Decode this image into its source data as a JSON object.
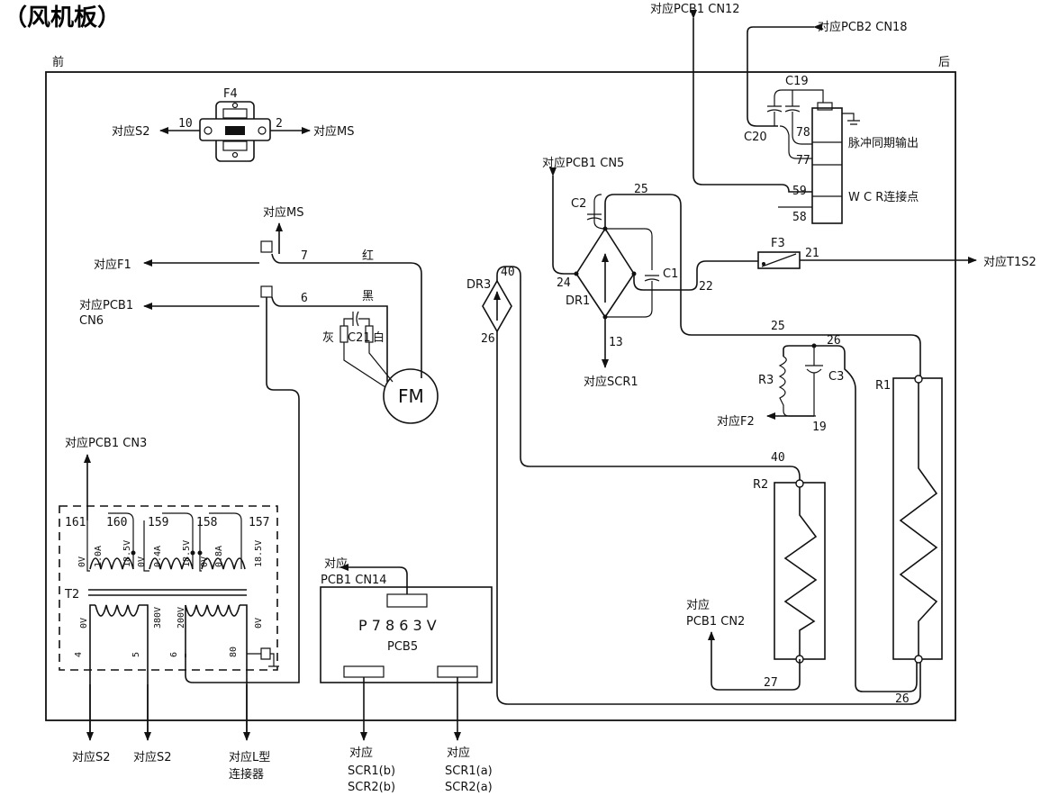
{
  "title": "（风机板）",
  "corner": {
    "front": "前",
    "back": "后"
  },
  "f4": {
    "name": "F4",
    "left_wire": "10",
    "right_wire": "2",
    "left_target": "对应S2",
    "right_target": "对应MS"
  },
  "top_right": {
    "pcb1_cn12": "对应PCB1 CN12",
    "pcb2_cn18": "对应PCB2 CN18",
    "c19": "C19",
    "c20": "C20",
    "pulse": "脉冲同期输出",
    "wcr": "W C R连接点",
    "n78": "78",
    "n77": "77",
    "n59": "59",
    "n58": "58"
  },
  "fan": {
    "to_ms": "对应MS",
    "to_f1": "对应F1",
    "to_pcb1_cn6_a": "对应PCB1",
    "to_pcb1_cn6_b": "CN6",
    "wire7": "7",
    "wire6": "6",
    "red": "红",
    "black": "黑",
    "grey": "灰",
    "white": "白",
    "c21": "C21",
    "motor": "FM"
  },
  "bridge": {
    "to_pcb1_cn5": "对应PCB1 CN5",
    "c2": "C2",
    "c1": "C1",
    "dr1": "DR1",
    "n25": "25",
    "n24": "24",
    "n22": "22",
    "n13": "13",
    "to_scr1": "对应SCR1"
  },
  "f3": {
    "name": "F3",
    "n21": "21",
    "to_t1s2": "对应T1S2"
  },
  "dr3": {
    "name": "DR3",
    "n40": "40",
    "n26": "26"
  },
  "r_section": {
    "n25": "25",
    "n26": "26",
    "r3": "R3",
    "c3": "C3",
    "to_f2": "对应F2",
    "n19": "19",
    "r1": "R1",
    "r2": "R2",
    "n40": "40",
    "n27": "27",
    "n26b": "26",
    "to_pcb1_cn2_a": "对应",
    "to_pcb1_cn2_b": "PCB1 CN2"
  },
  "transformer": {
    "name": "T2",
    "to_pcb1_cn3": "对应PCB1 CN3",
    "top_nums": [
      "161",
      "160",
      "159",
      "158",
      "157"
    ],
    "sec_labels": [
      "0V",
      "1.0A",
      "18.5V",
      "0V",
      "0.4A",
      "18.5V",
      "0V",
      "0.8A",
      "18.5V"
    ],
    "pri_labels": [
      "0V",
      "380V",
      "200V",
      "0V"
    ],
    "bottom_nums": [
      "4",
      "5",
      "6",
      "80"
    ],
    "to_s2_a": "对应S2",
    "to_s2_b": "对应S2",
    "to_l_a": "对应L型",
    "to_l_b": "连接器"
  },
  "pcb5": {
    "to_cn14_a": "对应",
    "to_cn14_b": "PCB1 CN14",
    "model": "P 7 8 6 3 V",
    "name": "PCB5",
    "left_a": "对应",
    "left_b": "SCR1(b)",
    "left_c": "SCR2(b)",
    "right_a": "对应",
    "right_b": "SCR1(a)",
    "right_c": "SCR2(a)"
  }
}
